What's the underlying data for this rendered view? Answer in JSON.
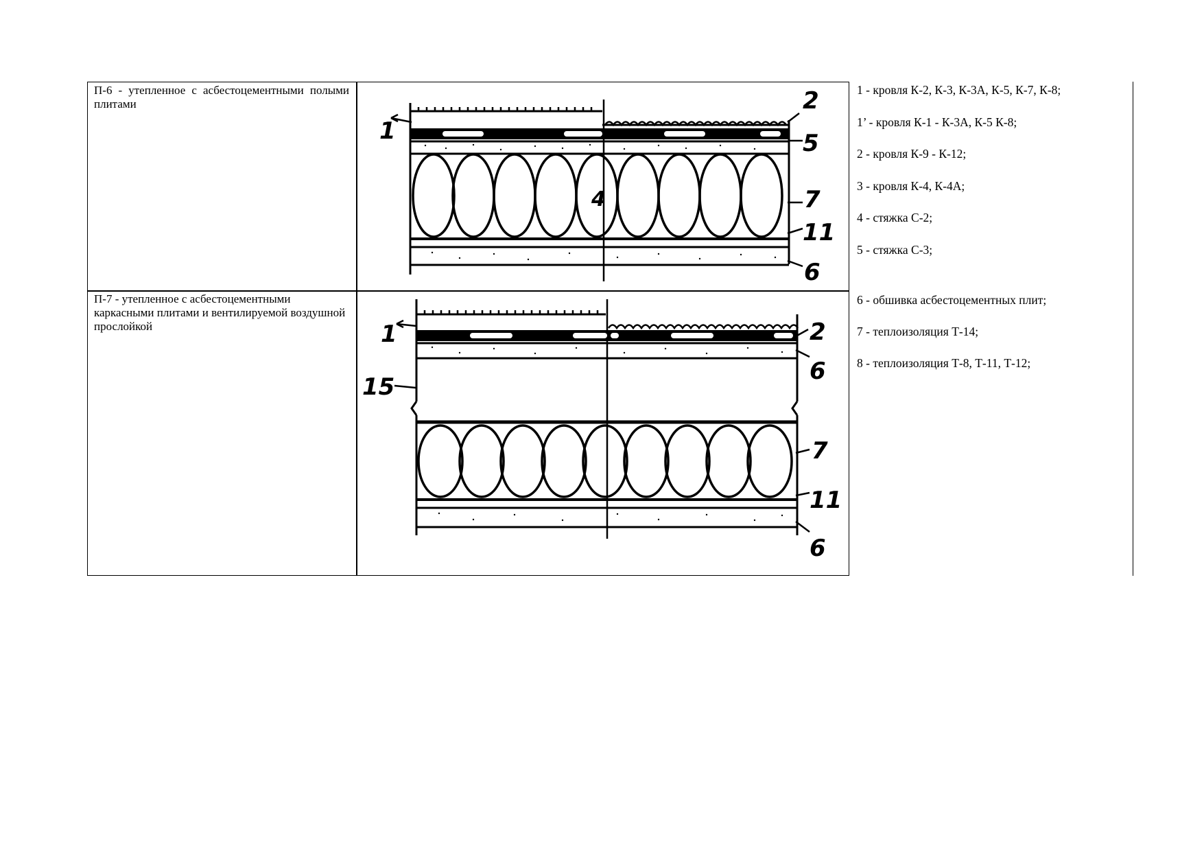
{
  "rows": [
    {
      "title": "П-6 - утепленное с асбестоцементными полыми плитами",
      "callouts": [
        "1",
        "2",
        "5",
        "7",
        "11",
        "6"
      ]
    },
    {
      "title": "П-7 - утепленное с асбестоцементными каркасными плитами и вентилируемой воздушной прослойкой",
      "callouts": [
        "1",
        "2",
        "6",
        "15",
        "7",
        "11",
        "6"
      ]
    }
  ],
  "legend": [
    "1 - кровля К-2, К-3, К-3А, К-5, К-7, К-8;",
    "1’ - кровля К-1 -  К-3А, К-5  К-8;",
    "2 - кровля К-9 -  К-12;",
    "3 - кровля К-4, К-4А;",
    "4 - стяжка С-2;",
    "5 - стяжка С-3;",
    "6 - обшивка асбестоцементных плит;",
    "7 - теплоизоляция Т-14;",
    "8 - теплоизоляция Т-8, Т-11, Т-12;"
  ],
  "drawing_marks": {
    "center_label": "4"
  }
}
